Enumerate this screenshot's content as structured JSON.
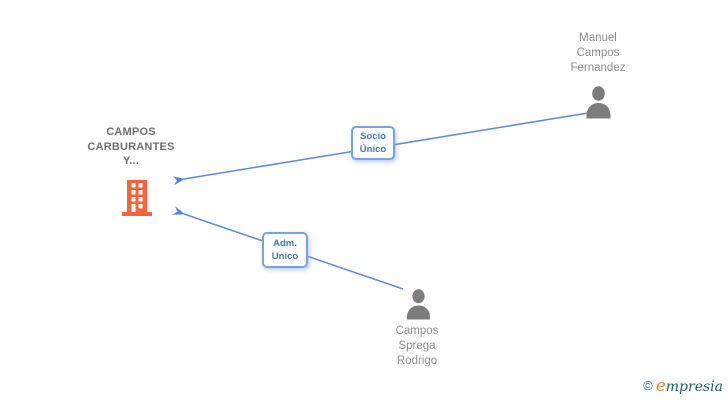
{
  "diagram": {
    "company": {
      "line1": "CAMPOS",
      "line2": "CARBURANTES",
      "line3": "Y...",
      "full_name": "CAMPOS CARBURANTES Y...",
      "icon": "building-icon"
    },
    "persons": {
      "manuel": {
        "line1": "Manuel",
        "line2": "Campos",
        "line3": "Fernandez",
        "full_name": "Manuel Campos Fernandez",
        "icon": "person-icon"
      },
      "sprega": {
        "line1": "Campos",
        "line2": "Sprega",
        "line3": "Rodrigo",
        "full_name": "Campos Sprega Rodrigo",
        "icon": "person-icon"
      }
    },
    "edges": {
      "socio": {
        "line1": "Socio",
        "line2": "Único",
        "relation": "Socio Único",
        "from": "Manuel Campos Fernandez",
        "to": "CAMPOS CARBURANTES Y..."
      },
      "adm": {
        "line1": "Adm.",
        "line2": "Unico",
        "relation": "Adm. Unico",
        "from": "Campos Sprega Rodrigo",
        "to": "CAMPOS CARBURANTES Y..."
      }
    },
    "watermark": {
      "copyright": "©",
      "brand_head": "e",
      "brand_tail": "mpresia"
    },
    "colors": {
      "edge_blue": "#5c8ddc",
      "label_border_blue": "#76a3e3",
      "label_text_blue": "#3a7bd5",
      "company_icon_orange": "#f8633c",
      "person_icon_gray": "#7c7c7c",
      "company_text_gray": "#6f6f6f",
      "person_text_gray": "#8e8e8e",
      "logo_copyright_teal": "#2e84b5",
      "logo_orange": "#f0861f",
      "logo_teal": "#1d5c7e"
    }
  }
}
